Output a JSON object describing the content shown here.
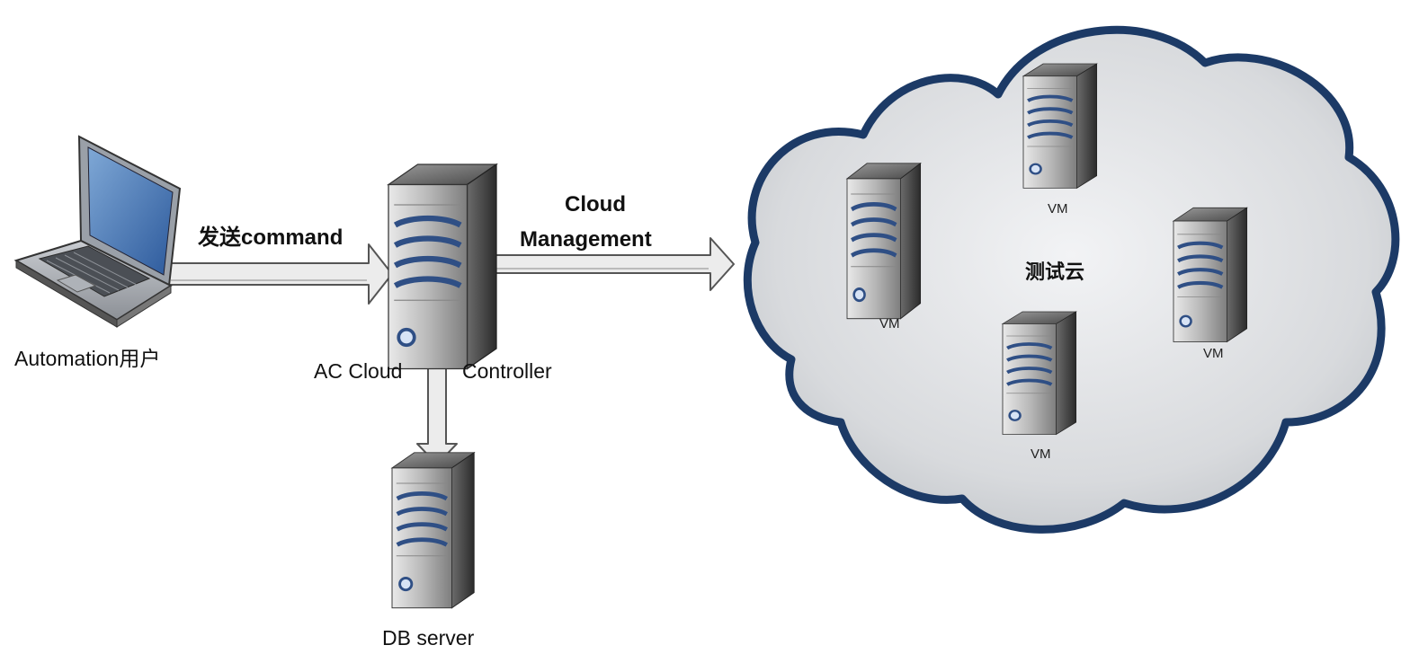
{
  "nodes": {
    "user": {
      "label": "Automation用户",
      "icon": "laptop-icon"
    },
    "controller": {
      "label_left": "AC Cloud",
      "label_right": "Controller",
      "icon": "server-icon"
    },
    "db": {
      "label": "DB server",
      "icon": "server-icon"
    },
    "cloud": {
      "label": "测试云",
      "icon": "cloud-icon"
    },
    "vms": [
      {
        "label": "VM"
      },
      {
        "label": "VM"
      },
      {
        "label": "VM"
      },
      {
        "label": "VM"
      }
    ]
  },
  "edges": {
    "send_command": {
      "label": "发送command"
    },
    "cloud_management": {
      "line1": "Cloud",
      "line2": "Management"
    }
  },
  "colors": {
    "cloud_border": "#1c3a66",
    "cloud_fill": "#d8dadd",
    "server_stripe": "#2f4f85",
    "arrow_fill": "#ececec",
    "arrow_stroke": "#555555"
  }
}
